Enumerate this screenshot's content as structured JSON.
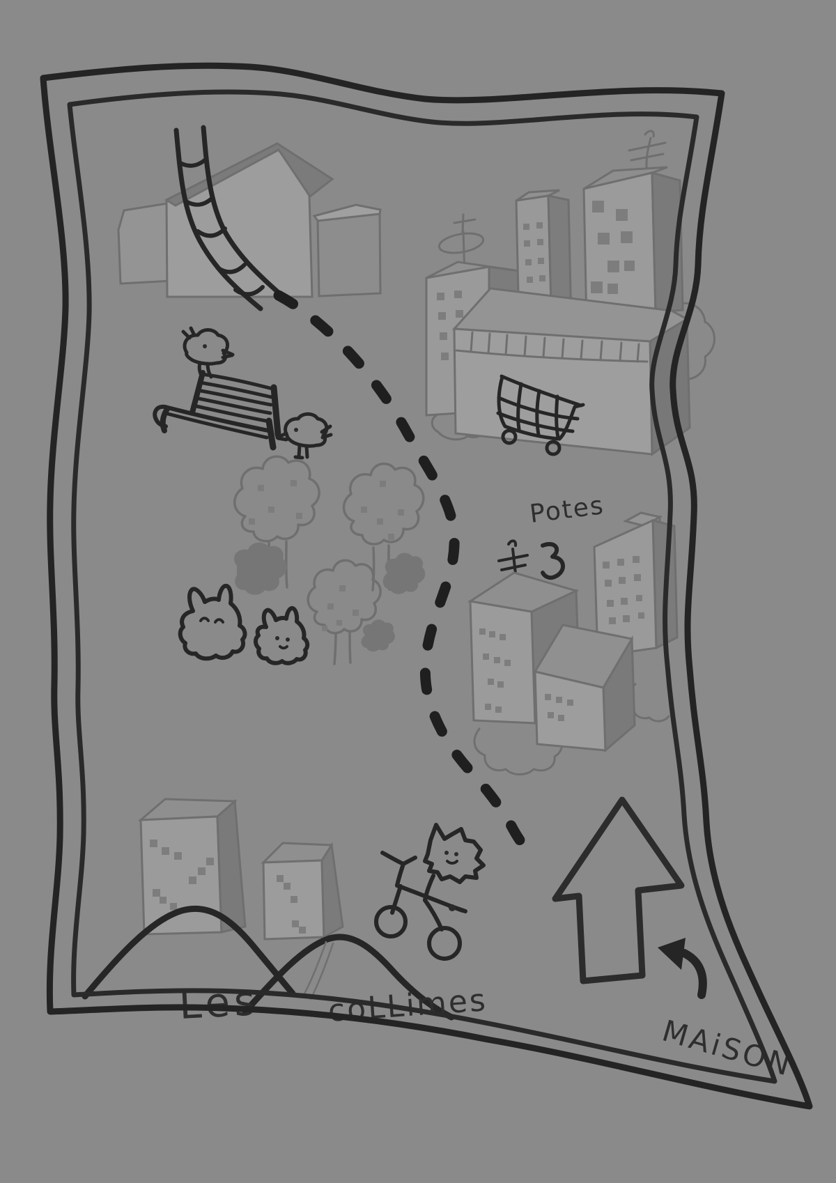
{
  "map": {
    "title": "hand-drawn-neighborhood-map",
    "labels": {
      "friends": "Potes",
      "hills_word1": "Les",
      "hills_word2": "coLLimes",
      "home": "MAiSON"
    },
    "colors": {
      "background": "#8a8a8a",
      "ink_dark": "#262626",
      "pencil_outline": "#6f6f6f",
      "building_face_light": "#9b9b9b",
      "building_face_mid": "#8f8f8f",
      "building_face_dark": "#7a7a7a",
      "bush_fill": "#767676",
      "window_fill": "#7d7d7d"
    },
    "features": [
      {
        "name": "factory-house",
        "icon": "house-icon"
      },
      {
        "name": "winding-road",
        "icon": "road-icon"
      },
      {
        "name": "north-city-buildings",
        "icon": "buildings-icon"
      },
      {
        "name": "supermarket",
        "icon": "shopping-cart-icon"
      },
      {
        "name": "park-bench",
        "icon": "bench-icon"
      },
      {
        "name": "birds",
        "icon": "bird-icon"
      },
      {
        "name": "trees",
        "icon": "tree-icon"
      },
      {
        "name": "bushes",
        "icon": "bush-icon"
      },
      {
        "name": "cat-creatures",
        "icon": "cat-icon"
      },
      {
        "name": "friends-buildings",
        "icon": "buildings-icon"
      },
      {
        "name": "dashed-route",
        "icon": "route-icon"
      },
      {
        "name": "hill-buildings",
        "icon": "buildings-icon"
      },
      {
        "name": "hills",
        "icon": "hills-icon"
      },
      {
        "name": "creature-on-bicycle",
        "icon": "bicycle-icon"
      },
      {
        "name": "home-arrow",
        "icon": "arrow-up-icon"
      },
      {
        "name": "curved-arrow",
        "icon": "arrow-curve-icon"
      }
    ]
  }
}
